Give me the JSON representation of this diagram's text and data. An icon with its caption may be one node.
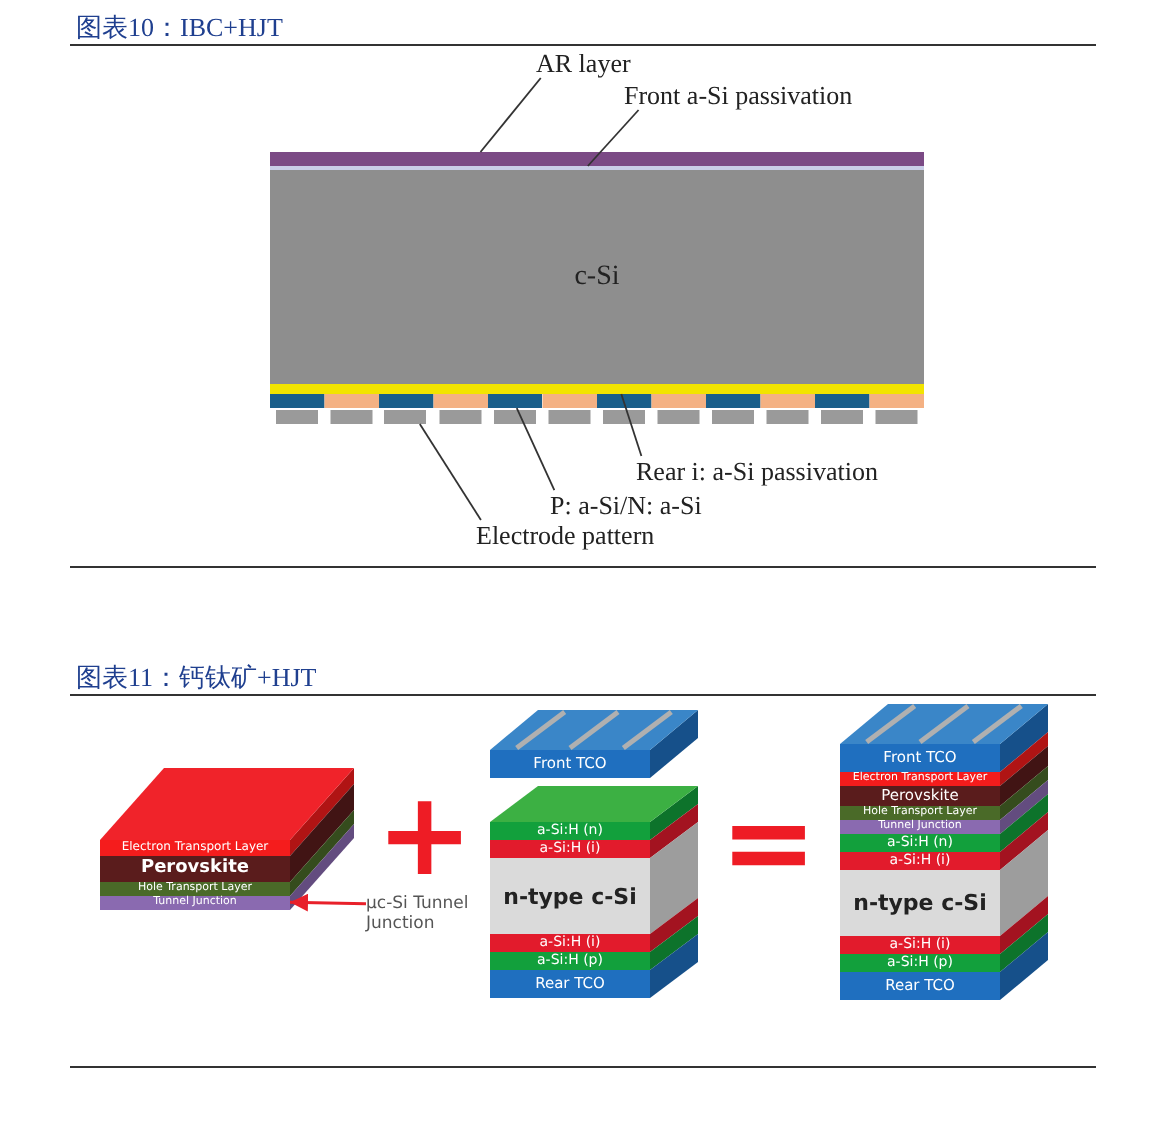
{
  "diagram": {
    "nodes": [
      {
        "text": [
          "AR layer"
        ]
      },
      {
        "text": [
          "Front a-Si passivation"
        ]
      },
      {
        "text": [],
        "shape": "bar"
      },
      {
        "text": [],
        "shape": "bar"
      },
      {
        "text": [
          "c-Si"
        ]
      },
      {
        "text": [],
        "shape": "bar"
      },
      {
        "text": [],
        "shape": "bar"
      },
      {
        "text": [],
        "shape": "bar"
      },
      {
        "text": [
          "Rear i: a-Si passivation"
        ]
      },
      {
        "text": [
          "P: a-Si/N: a-Si"
        ]
      },
      {
        "text": [
          "Electrode pattern"
        ]
      },
      {
        "text": [
          "Electron Transport Layer"
        ]
      },
      {
        "text": [
          "Perovskite"
        ]
      },
      {
        "text": [
          "Hole Transport Layer"
        ]
      },
      {
        "text": [
          "Tunnel Junction"
        ]
      },
      {
        "text": [
          "μc-Si Tunnel Junction"
        ]
      },
      {
        "text": [
          "Front TCO"
        ]
      },
      {
        "text": [
          "a-Si:H (n)"
        ]
      },
      {
        "text": [
          "a-Si:H (i)"
        ]
      },
      {
        "text": [
          "n-type c-Si"
        ]
      },
      {
        "text": [
          "a-Si:H (i)"
        ]
      },
      {
        "text": [
          "a-Si:H (p)"
        ]
      },
      {
        "text": [
          "Rear TCO"
        ]
      },
      {
        "text": [
          "Front TCO"
        ]
      },
      {
        "text": [
          "Electron Transport Layer"
        ]
      },
      {
        "text": [
          "Perovskite"
        ]
      },
      {
        "text": [
          "Hole Transport Layer"
        ]
      },
      {
        "text": [
          "Tunnel Junction"
        ]
      },
      {
        "text": [
          "a-Si:H (n)"
        ]
      },
      {
        "text": [
          "a-Si:H (i)"
        ]
      },
      {
        "text": [
          "n-type c-Si"
        ]
      },
      {
        "text": [
          "a-Si:H (i)"
        ]
      },
      {
        "text": [
          "a-Si:H (p)"
        ]
      },
      {
        "text": [
          "Rear TCO"
        ]
      }
    ],
    "edges": [
      {
        "from": 0,
        "to": 2,
        "arrow": "none"
      },
      {
        "from": 1,
        "to": 3,
        "arrow": "none"
      },
      {
        "from": 8,
        "to": 5,
        "arrow": "none"
      },
      {
        "from": 9,
        "to": 6,
        "arrow": "none"
      },
      {
        "from": 10,
        "to": 7,
        "arrow": "none"
      },
      {
        "from": 15,
        "to": 14,
        "arrow": "to",
        "color": "#e8202a"
      }
    ],
    "labels": [
      "图表10：IBC+HJT",
      "图表11：钙钛矿+HJT",
      "+",
      "="
    ]
  }
}
